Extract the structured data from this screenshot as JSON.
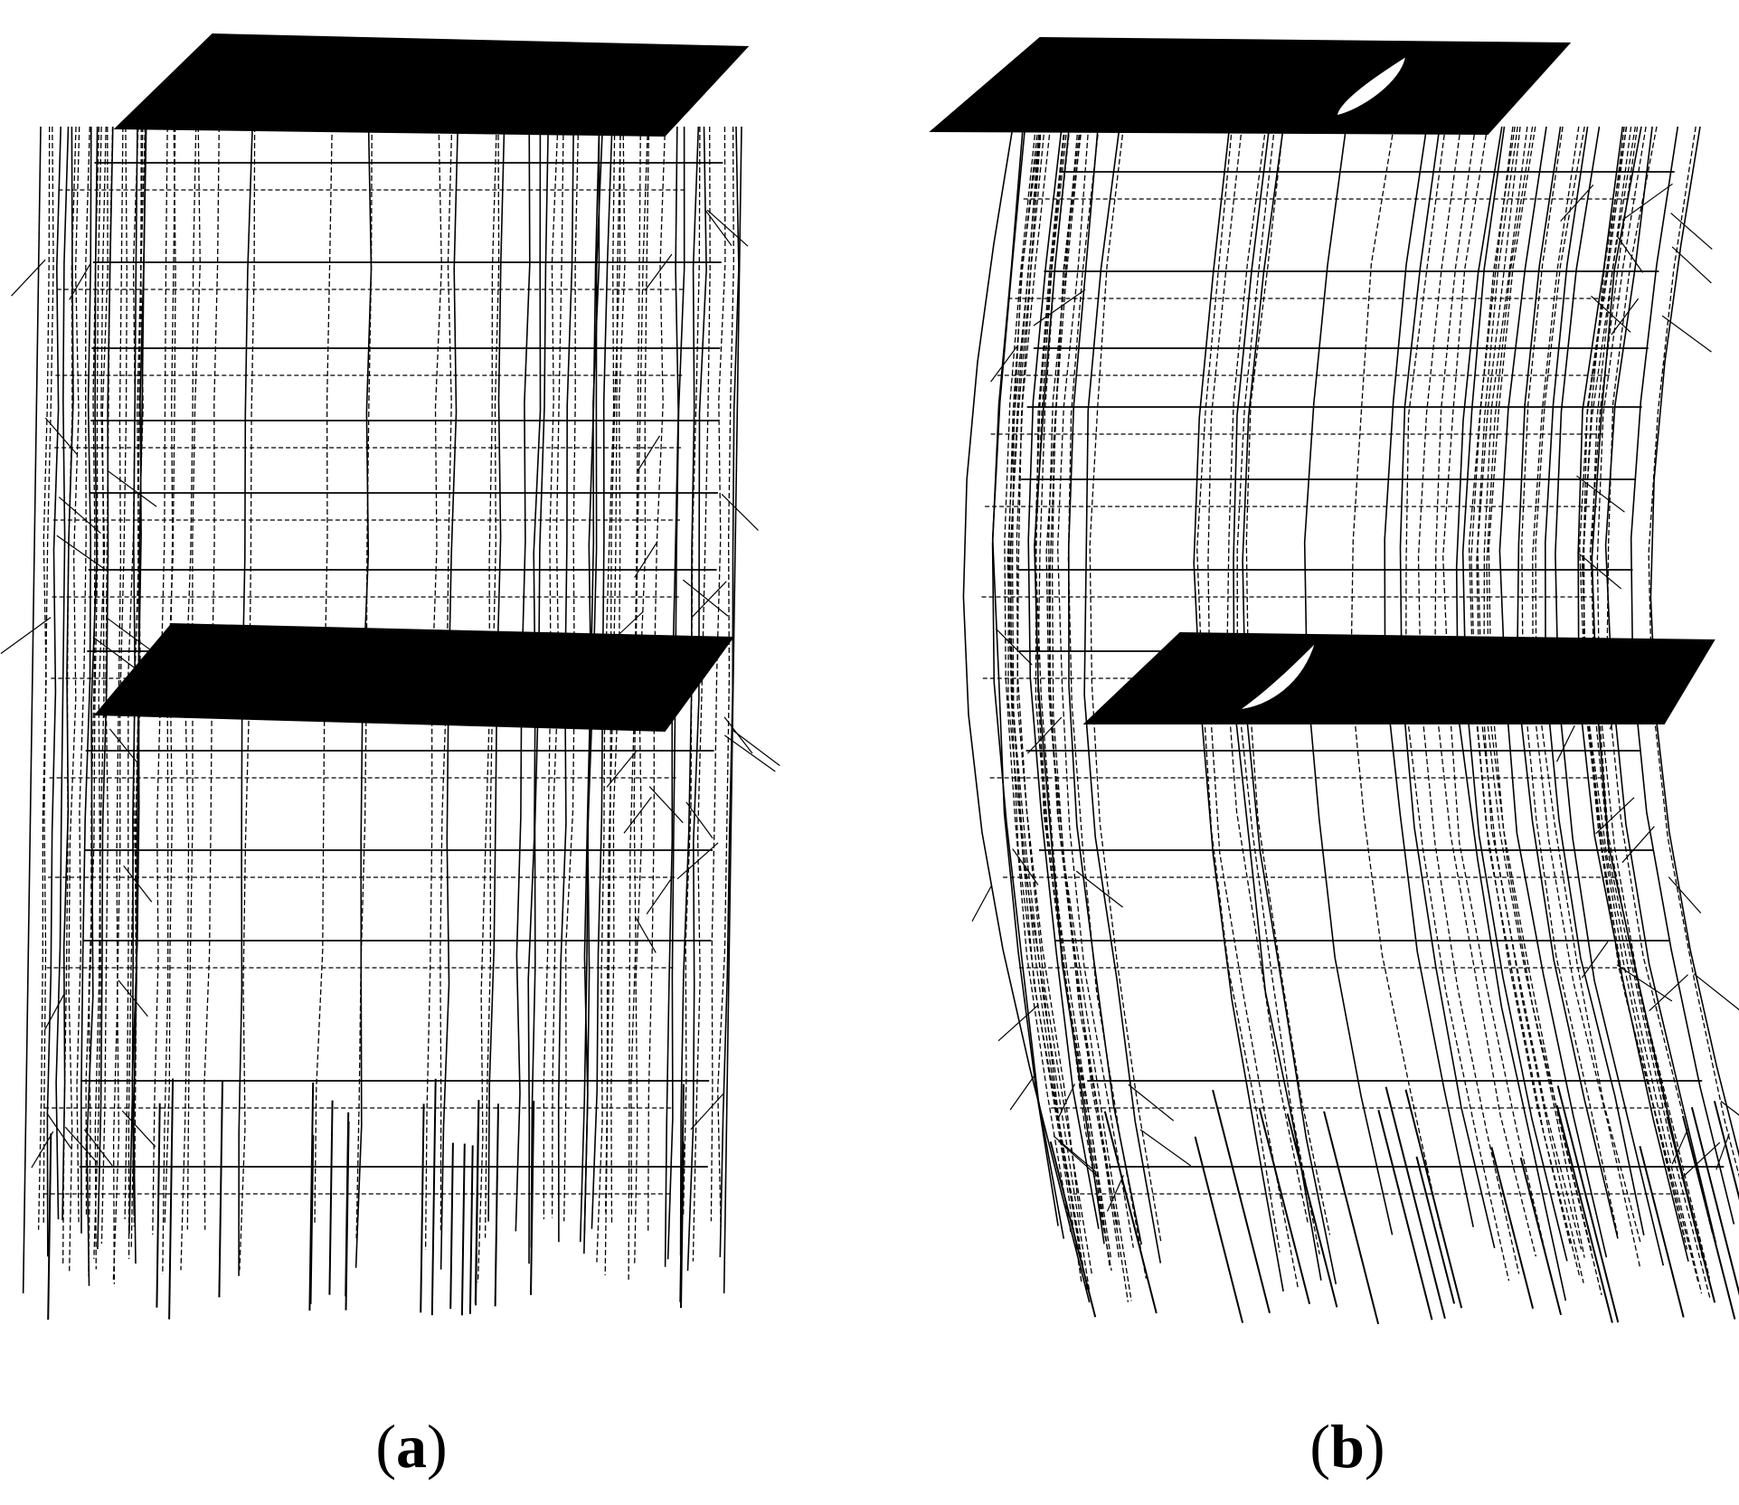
{
  "figure": {
    "panels": [
      {
        "id": "a",
        "label": "a",
        "deformation": "upright"
      },
      {
        "id": "b",
        "label": "b",
        "deformation": "s-curved"
      }
    ],
    "colors": {
      "line": "#000000",
      "slab": "#000000",
      "background": "#ffffff"
    }
  }
}
